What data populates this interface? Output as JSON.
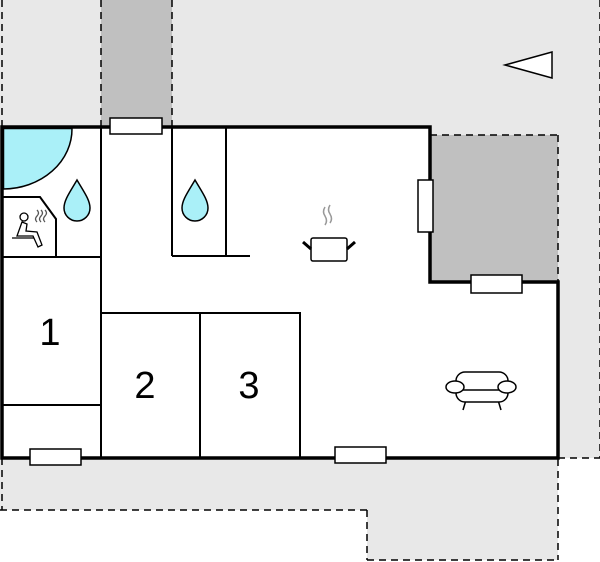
{
  "title": "Floor plan",
  "rooms": [
    {
      "label": "1"
    },
    {
      "label": "2"
    },
    {
      "label": "3"
    }
  ],
  "icons": [
    "hot-tub-icon",
    "sauna-icon",
    "shower-drop-icon",
    "kitchen-pot-icon",
    "armchair-icon",
    "north-arrow-icon"
  ],
  "colors": {
    "terrace": "#e8e8e8",
    "covered": "#c0c0c0",
    "water": "#aaf0f8",
    "wall": "#000000"
  }
}
